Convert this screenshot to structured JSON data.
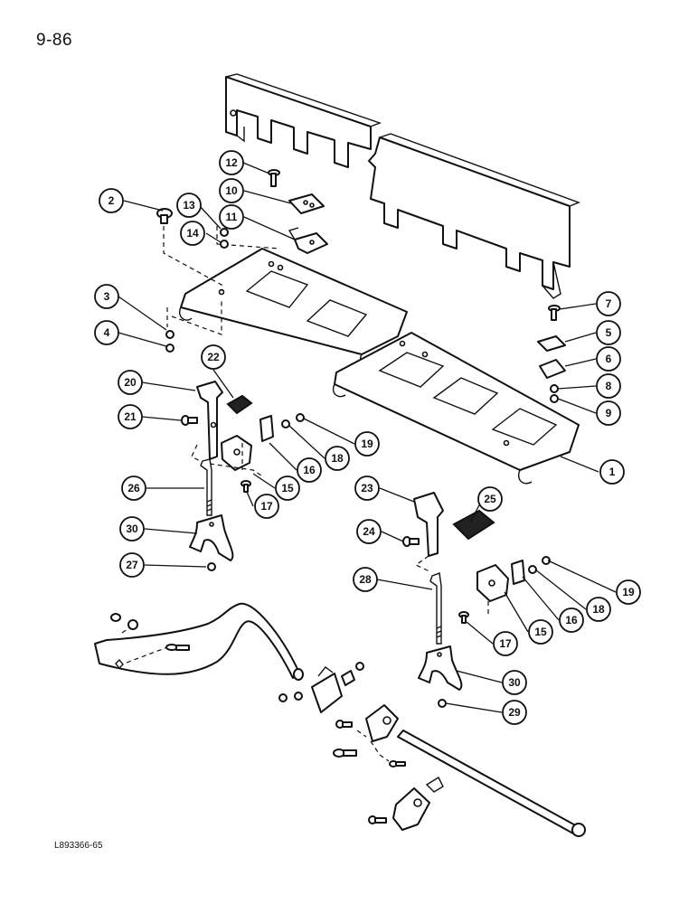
{
  "page_number": "9-86",
  "figure_code": "L893366-65",
  "callouts": [
    "1",
    "2",
    "3",
    "4",
    "5",
    "6",
    "7",
    "8",
    "9",
    "10",
    "11",
    "12",
    "13",
    "14",
    "15",
    "16",
    "17",
    "18",
    "19",
    "20",
    "21",
    "22",
    "23",
    "24",
    "25",
    "26",
    "27",
    "28",
    "29",
    "30"
  ]
}
